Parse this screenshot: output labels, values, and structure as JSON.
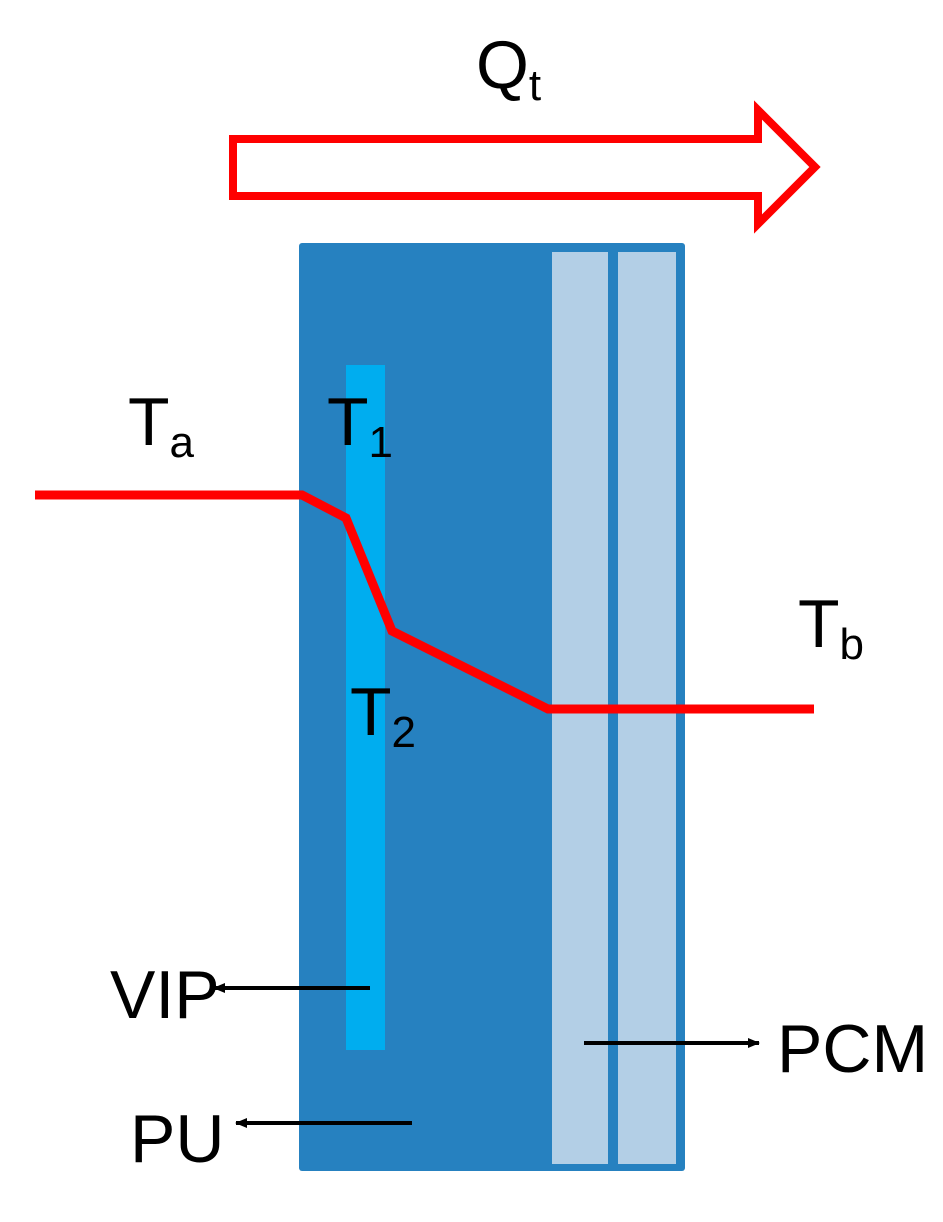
{
  "heat_flow": {
    "symbol": "Q",
    "subscript": "t"
  },
  "temperatures": {
    "ta": {
      "symbol": "T",
      "subscript": "a"
    },
    "t1": {
      "symbol": "T",
      "subscript": "1"
    },
    "t2": {
      "symbol": "T",
      "subscript": "2"
    },
    "tb": {
      "symbol": "T",
      "subscript": "b"
    }
  },
  "layer_labels": {
    "vip": "VIP",
    "pu": "PU",
    "pcm": "PCM"
  },
  "colors": {
    "arrow_outline": "#ff0000",
    "temperature_profile": "#ff0000",
    "pu_body": "#2681c0",
    "vip_strip": "#00adef",
    "pcm_panel": "#b3cfe6",
    "pointer_arrows": "#000000"
  }
}
